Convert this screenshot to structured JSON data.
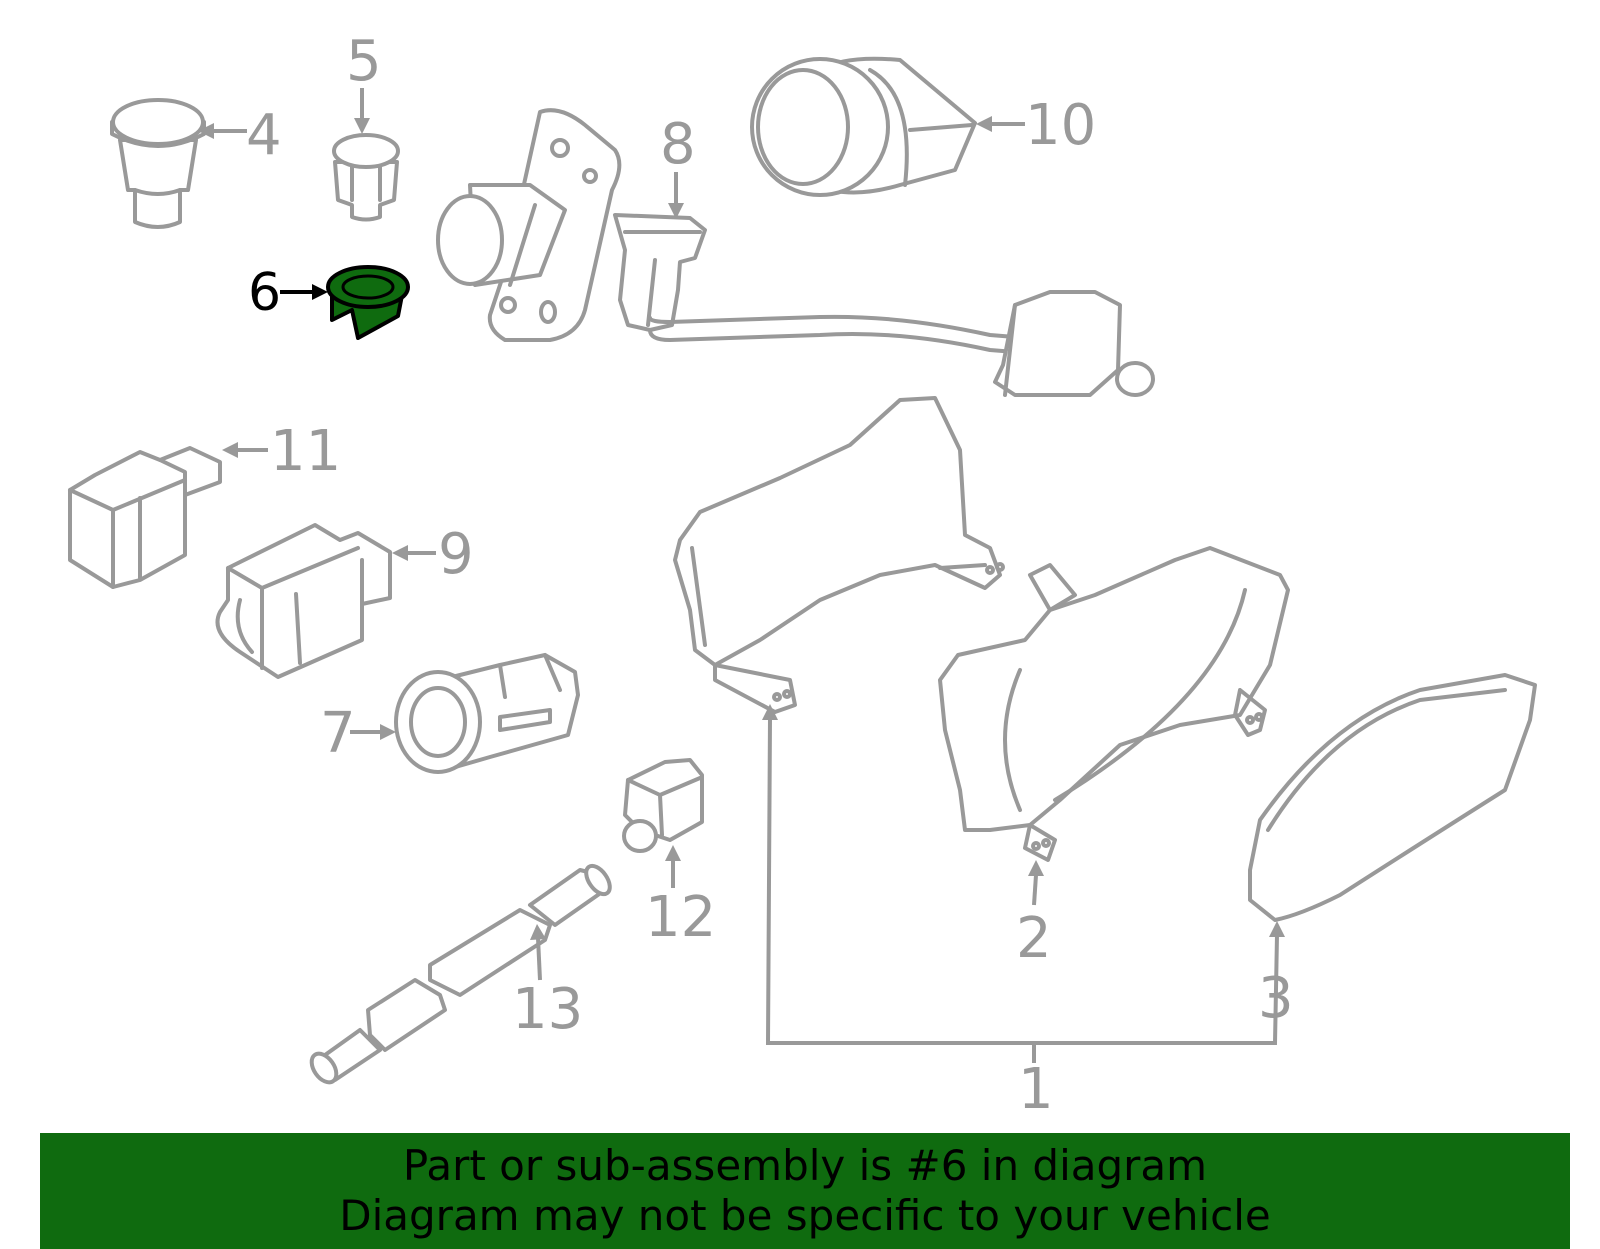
{
  "diagram": {
    "highlight_color": "#0f6b0f",
    "line_color": "#999999",
    "highlighted_part": "6",
    "callouts": {
      "c1": "1",
      "c2": "2",
      "c3": "3",
      "c4": "4",
      "c5": "5",
      "c6": "6",
      "c7": "7",
      "c8": "8",
      "c9": "9",
      "c10": "10",
      "c11": "11",
      "c12": "12",
      "c13": "13"
    }
  },
  "banner": {
    "line1": "Part or sub-assembly is #6 in diagram",
    "line2": "Diagram may not be specific to your vehicle",
    "background": "#0f6b0f"
  }
}
